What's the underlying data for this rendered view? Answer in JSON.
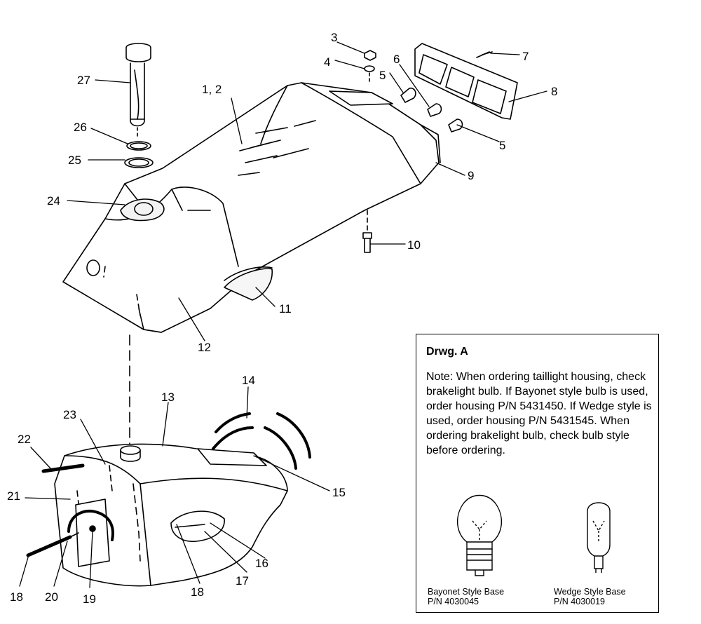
{
  "callouts": {
    "c1_2": "1, 2",
    "c3": "3",
    "c4": "4",
    "c5a": "5",
    "c5b": "5",
    "c6": "6",
    "c7": "7",
    "c8": "8",
    "c9": "9",
    "c10": "10",
    "c11": "11",
    "c12": "12",
    "c13": "13",
    "c14": "14",
    "c15": "15",
    "c16": "16",
    "c17": "17",
    "c18a": "18",
    "c18b": "18",
    "c19": "19",
    "c20": "20",
    "c21": "21",
    "c22": "22",
    "c23": "23",
    "c24": "24",
    "c25": "25",
    "c26": "26",
    "c27": "27"
  },
  "note": {
    "title": "Drwg. A",
    "text": "Note: When ordering taillight housing, check brakelight bulb.  If Bayonet style bulb is  used, order housing P/N 5431450.  If Wedge style is used, order housing P/N 5431545.  When ordering brakelight bulb, check bulb style before ordering.",
    "bayonet_name": "Bayonet Style Base",
    "bayonet_pn": "P/N 4030045",
    "wedge_name": "Wedge Style Base",
    "wedge_pn": "P/N 4030019"
  }
}
